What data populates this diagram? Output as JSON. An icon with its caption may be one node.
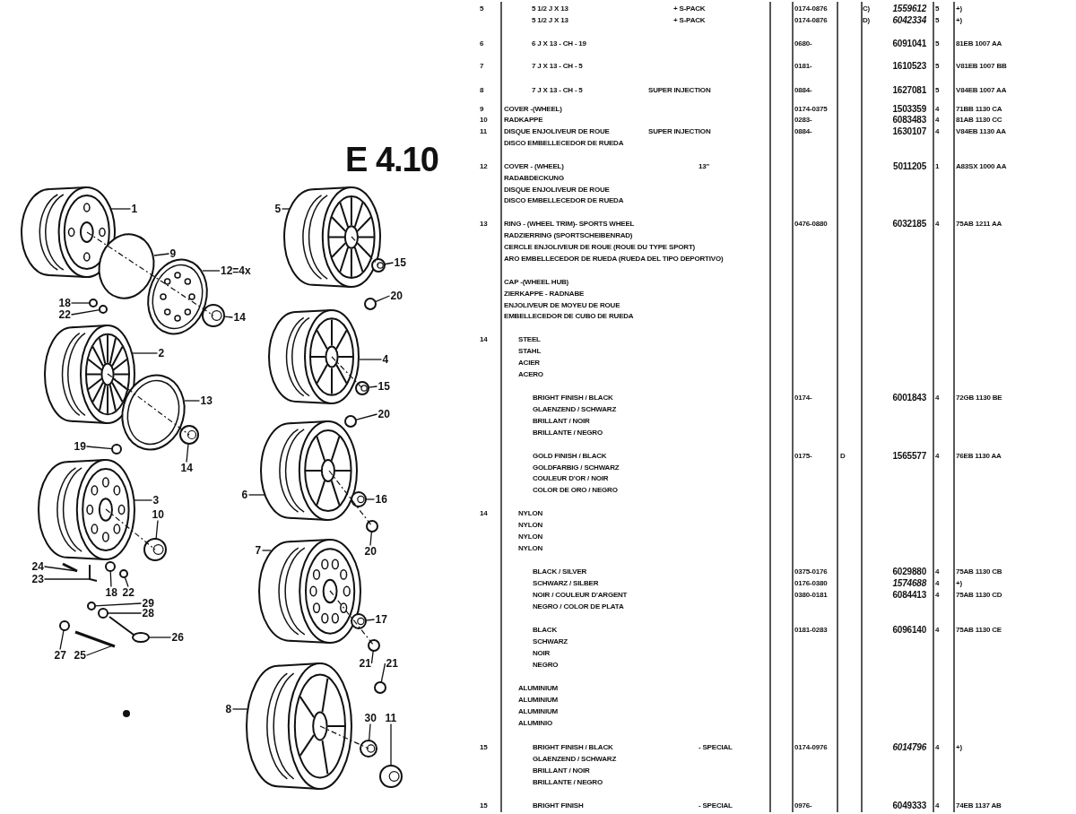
{
  "diagram": {
    "title": "E 4.10",
    "nodes": [
      {
        "text": [
          "1"
        ]
      },
      {
        "text": [
          "9"
        ]
      },
      {
        "text": [
          "12=4x"
        ]
      },
      {
        "text": [
          "18"
        ]
      },
      {
        "text": [
          "22"
        ]
      },
      {
        "text": [
          "14"
        ]
      },
      {
        "text": [
          "2"
        ]
      },
      {
        "text": [
          "13"
        ]
      },
      {
        "text": [
          "19"
        ]
      },
      {
        "text": [
          "14"
        ]
      },
      {
        "text": [
          "3"
        ]
      },
      {
        "text": [
          "10"
        ]
      },
      {
        "text": [
          "24"
        ]
      },
      {
        "text": [
          "23"
        ]
      },
      {
        "text": [
          "18"
        ]
      },
      {
        "text": [
          "22"
        ]
      },
      {
        "text": [
          "29"
        ]
      },
      {
        "text": [
          "28"
        ]
      },
      {
        "text": [
          "26"
        ]
      },
      {
        "text": [
          "27"
        ]
      },
      {
        "text": [
          "25"
        ]
      },
      {
        "text": [
          "5"
        ]
      },
      {
        "text": [
          "15"
        ]
      },
      {
        "text": [
          "20"
        ]
      },
      {
        "text": [
          "4"
        ]
      },
      {
        "text": [
          "15"
        ]
      },
      {
        "text": [
          "20"
        ]
      },
      {
        "text": [
          "6"
        ]
      },
      {
        "text": [
          "16"
        ]
      },
      {
        "text": [
          "20"
        ]
      },
      {
        "text": [
          "7"
        ]
      },
      {
        "text": [
          "17"
        ]
      },
      {
        "text": [
          "21"
        ]
      },
      {
        "text": [
          "21"
        ]
      },
      {
        "text": [
          "8"
        ]
      },
      {
        "text": [
          "30"
        ]
      },
      {
        "text": [
          "11"
        ]
      },
      {
        "text": [],
        "shape": "circle"
      },
      {
        "text": [],
        "shape": "circle"
      },
      {
        "text": [],
        "shape": "picture"
      },
      {
        "text": [],
        "shape": "circle"
      },
      {
        "text": [],
        "shape": "picture"
      },
      {
        "text": [],
        "shape": "picture"
      },
      {
        "text": [],
        "shape": "picture"
      },
      {
        "text": [],
        "shape": "picture"
      },
      {
        "text": [],
        "shape": "circle"
      },
      {
        "text": [],
        "shape": "circle"
      },
      {
        "text": [],
        "shape": "circle"
      },
      {
        "text": [],
        "shape": "picture"
      },
      {
        "text": [],
        "shape": "picture"
      },
      {
        "text": [],
        "shape": "circle"
      },
      {
        "text": [],
        "shape": "picture"
      },
      {
        "text": [],
        "shape": "picture"
      },
      {
        "text": [],
        "shape": "circle"
      },
      {
        "text": [],
        "shape": "picture"
      },
      {
        "text": [],
        "shape": "circle"
      },
      {
        "text": [],
        "shape": "picture"
      },
      {
        "text": [],
        "shape": "circle"
      },
      {
        "text": [],
        "shape": "picture"
      },
      {
        "text": [],
        "shape": "circle"
      },
      {
        "text": [],
        "shape": "circle"
      },
      {
        "text": [],
        "shape": "picture"
      },
      {
        "text": [],
        "shape": "picture"
      }
    ],
    "edges": [
      {
        "from": 0,
        "to": null,
        "arrow": "none"
      },
      {
        "from": 1,
        "to": null,
        "arrow": "none"
      },
      {
        "from": 2,
        "to": null,
        "arrow": "none"
      },
      {
        "from": 3,
        "to": 37,
        "arrow": "none"
      },
      {
        "from": 4,
        "to": 38,
        "arrow": "none"
      },
      {
        "from": 5,
        "to": 39,
        "arrow": "none"
      },
      {
        "from": 6,
        "to": null,
        "arrow": "none"
      },
      {
        "from": 7,
        "to": null,
        "arrow": "none"
      },
      {
        "from": 8,
        "to": 40,
        "arrow": "none"
      },
      {
        "from": 9,
        "to": 41,
        "arrow": "none"
      },
      {
        "from": 10,
        "to": null,
        "arrow": "none"
      },
      {
        "from": 11,
        "to": 42,
        "arrow": "none"
      },
      {
        "from": 12,
        "to": 43,
        "arrow": "none"
      },
      {
        "from": 13,
        "to": 44,
        "arrow": "none"
      },
      {
        "from": 14,
        "to": 45,
        "arrow": "none"
      },
      {
        "from": 15,
        "to": 46,
        "arrow": "none"
      },
      {
        "from": 16,
        "to": 47,
        "arrow": "none"
      },
      {
        "from": 17,
        "to": 48,
        "arrow": "none"
      },
      {
        "from": 18,
        "to": 49,
        "arrow": "none"
      },
      {
        "from": 19,
        "to": 50,
        "arrow": "none"
      },
      {
        "from": 20,
        "to": 51,
        "arrow": "none"
      },
      {
        "from": 21,
        "to": null,
        "arrow": "none"
      },
      {
        "from": 22,
        "to": 52,
        "arrow": "none"
      },
      {
        "from": 23,
        "to": 53,
        "arrow": "none"
      },
      {
        "from": 24,
        "to": null,
        "arrow": "none"
      },
      {
        "from": 25,
        "to": 54,
        "arrow": "none"
      },
      {
        "from": 26,
        "to": 55,
        "arrow": "none"
      },
      {
        "from": 27,
        "to": null,
        "arrow": "none"
      },
      {
        "from": 28,
        "to": 56,
        "arrow": "none"
      },
      {
        "from": 29,
        "to": 57,
        "arrow": "none"
      },
      {
        "from": 30,
        "to": null,
        "arrow": "none"
      },
      {
        "from": 31,
        "to": 58,
        "arrow": "none"
      },
      {
        "from": 32,
        "to": 59,
        "arrow": "none"
      },
      {
        "from": 33,
        "to": 60,
        "arrow": "none"
      },
      {
        "from": 34,
        "to": null,
        "arrow": "none"
      },
      {
        "from": 35,
        "to": 61,
        "arrow": "none"
      },
      {
        "from": 36,
        "to": 62,
        "arrow": "none"
      }
    ],
    "labels": [
      "5",
      "5 1/2 J X 13",
      "+ S-PACK",
      "0174-0876",
      "C)",
      "1559612",
      "5",
      "+)",
      "5 1/2 J X 13",
      "+ S-PACK",
      "0174-0876",
      "D)",
      "6042334",
      "5",
      "+)",
      "6",
      "6 J X 13 - CH - 19",
      "0680-",
      "6091041",
      "5",
      "81EB 1007 AA",
      "7",
      "7 J X 13 - CH - 5",
      "0181-",
      "1610523",
      "5",
      "V81EB 1007 BB",
      "8",
      "7 J X 13 - CH - 5",
      "SUPER INJECTION",
      "0884-",
      "1627081",
      "5",
      "V84EB 1007 AA",
      "9",
      "COVER -(WHEEL)",
      "0174-0375",
      "1503359",
      "4",
      "71BB 1130 CA",
      "10",
      "RADKAPPE",
      "0283-",
      "6083483",
      "4",
      "81AB 1130 CC",
      "11",
      "DISQUE ENJOLIVEUR DE ROUE",
      "SUPER INJECTION",
      "0884-",
      "1630107",
      "4",
      "V84EB 1130 AA",
      "DISCO EMBELLECEDOR DE RUEDA",
      "12",
      "COVER - (WHEEL)",
      "13\"",
      "5011205",
      "1",
      "A83SX 1000 AA",
      "RADABDECKUNG",
      "DISQUE ENJOLIVEUR DE ROUE",
      "DISCO EMBELLECEDOR DE RUEDA",
      "13",
      "RING - (WHEEL TRIM)- SPORTS WHEEL",
      "0476-0880",
      "6032185",
      "4",
      "75AB 1211 AA",
      "RADZIERRING (SPORTSCHEIBENRAD)",
      "CERCLE ENJOLIVEUR DE ROUE (ROUE DU TYPE SPORT)",
      "ARO EMBELLECEDOR DE RUEDA (RUEDA DEL TIPO DEPORTIVO)",
      "CAP -(WHEEL HUB)",
      "ZIERKAPPE - RADNABE",
      "ENJOLIVEUR DE MOYEU DE ROUE",
      "EMBELLECEDOR DE CUBO DE RUEDA",
      "14",
      "STEEL",
      "STAHL",
      "ACIER",
      "ACERO",
      "BRIGHT FINISH / BLACK",
      "0174-",
      "6001843",
      "4",
      "72GB 1130 BE",
      "GLAENZEND / SCHWARZ",
      "BRILLANT / NOIR",
      "BRILLANTE / NEGRO",
      "GOLD FINISH / BLACK",
      "0175-",
      "D",
      "1565577",
      "4",
      "76EB 1130 AA",
      "GOLDFARBIG / SCHWARZ",
      "COULEUR D'OR / NOIR",
      "COLOR DE ORO / NEGRO",
      "14",
      "NYLON",
      "NYLON",
      "NYLON",
      "NYLON",
      "BLACK / SILVER",
      "0375-0176",
      "6029880",
      "4",
      "75AB 1130 CB",
      "SCHWARZ / SILBER",
      "0176-0380",
      "1574688",
      "4",
      "+)",
      "NOIR / COULEUR D'ARGENT",
      "0380-0181",
      "6084413",
      "4",
      "75AB 1130 CD",
      "NEGRO / COLOR DE PLATA",
      "BLACK",
      "0181-0283",
      "6096140",
      "4",
      "75AB 1130 CE",
      "SCHWARZ",
      "NOIR",
      "NEGRO",
      "ALUMINIUM",
      "ALUMINIUM",
      "ALUMINIUM",
      "ALUMINIO",
      "15",
      "BRIGHT FINISH / BLACK",
      "- SPECIAL",
      "0174-0976",
      "6014796",
      "4",
      "+)",
      "GLAENZEND / SCHWARZ",
      "BRILLANT / NOIR",
      "BRILLANTE / NEGRO",
      "15",
      "BRIGHT FINISH",
      "- SPECIAL",
      "0976-",
      "6049333",
      "4",
      "74EB 1137 AB"
    ]
  }
}
